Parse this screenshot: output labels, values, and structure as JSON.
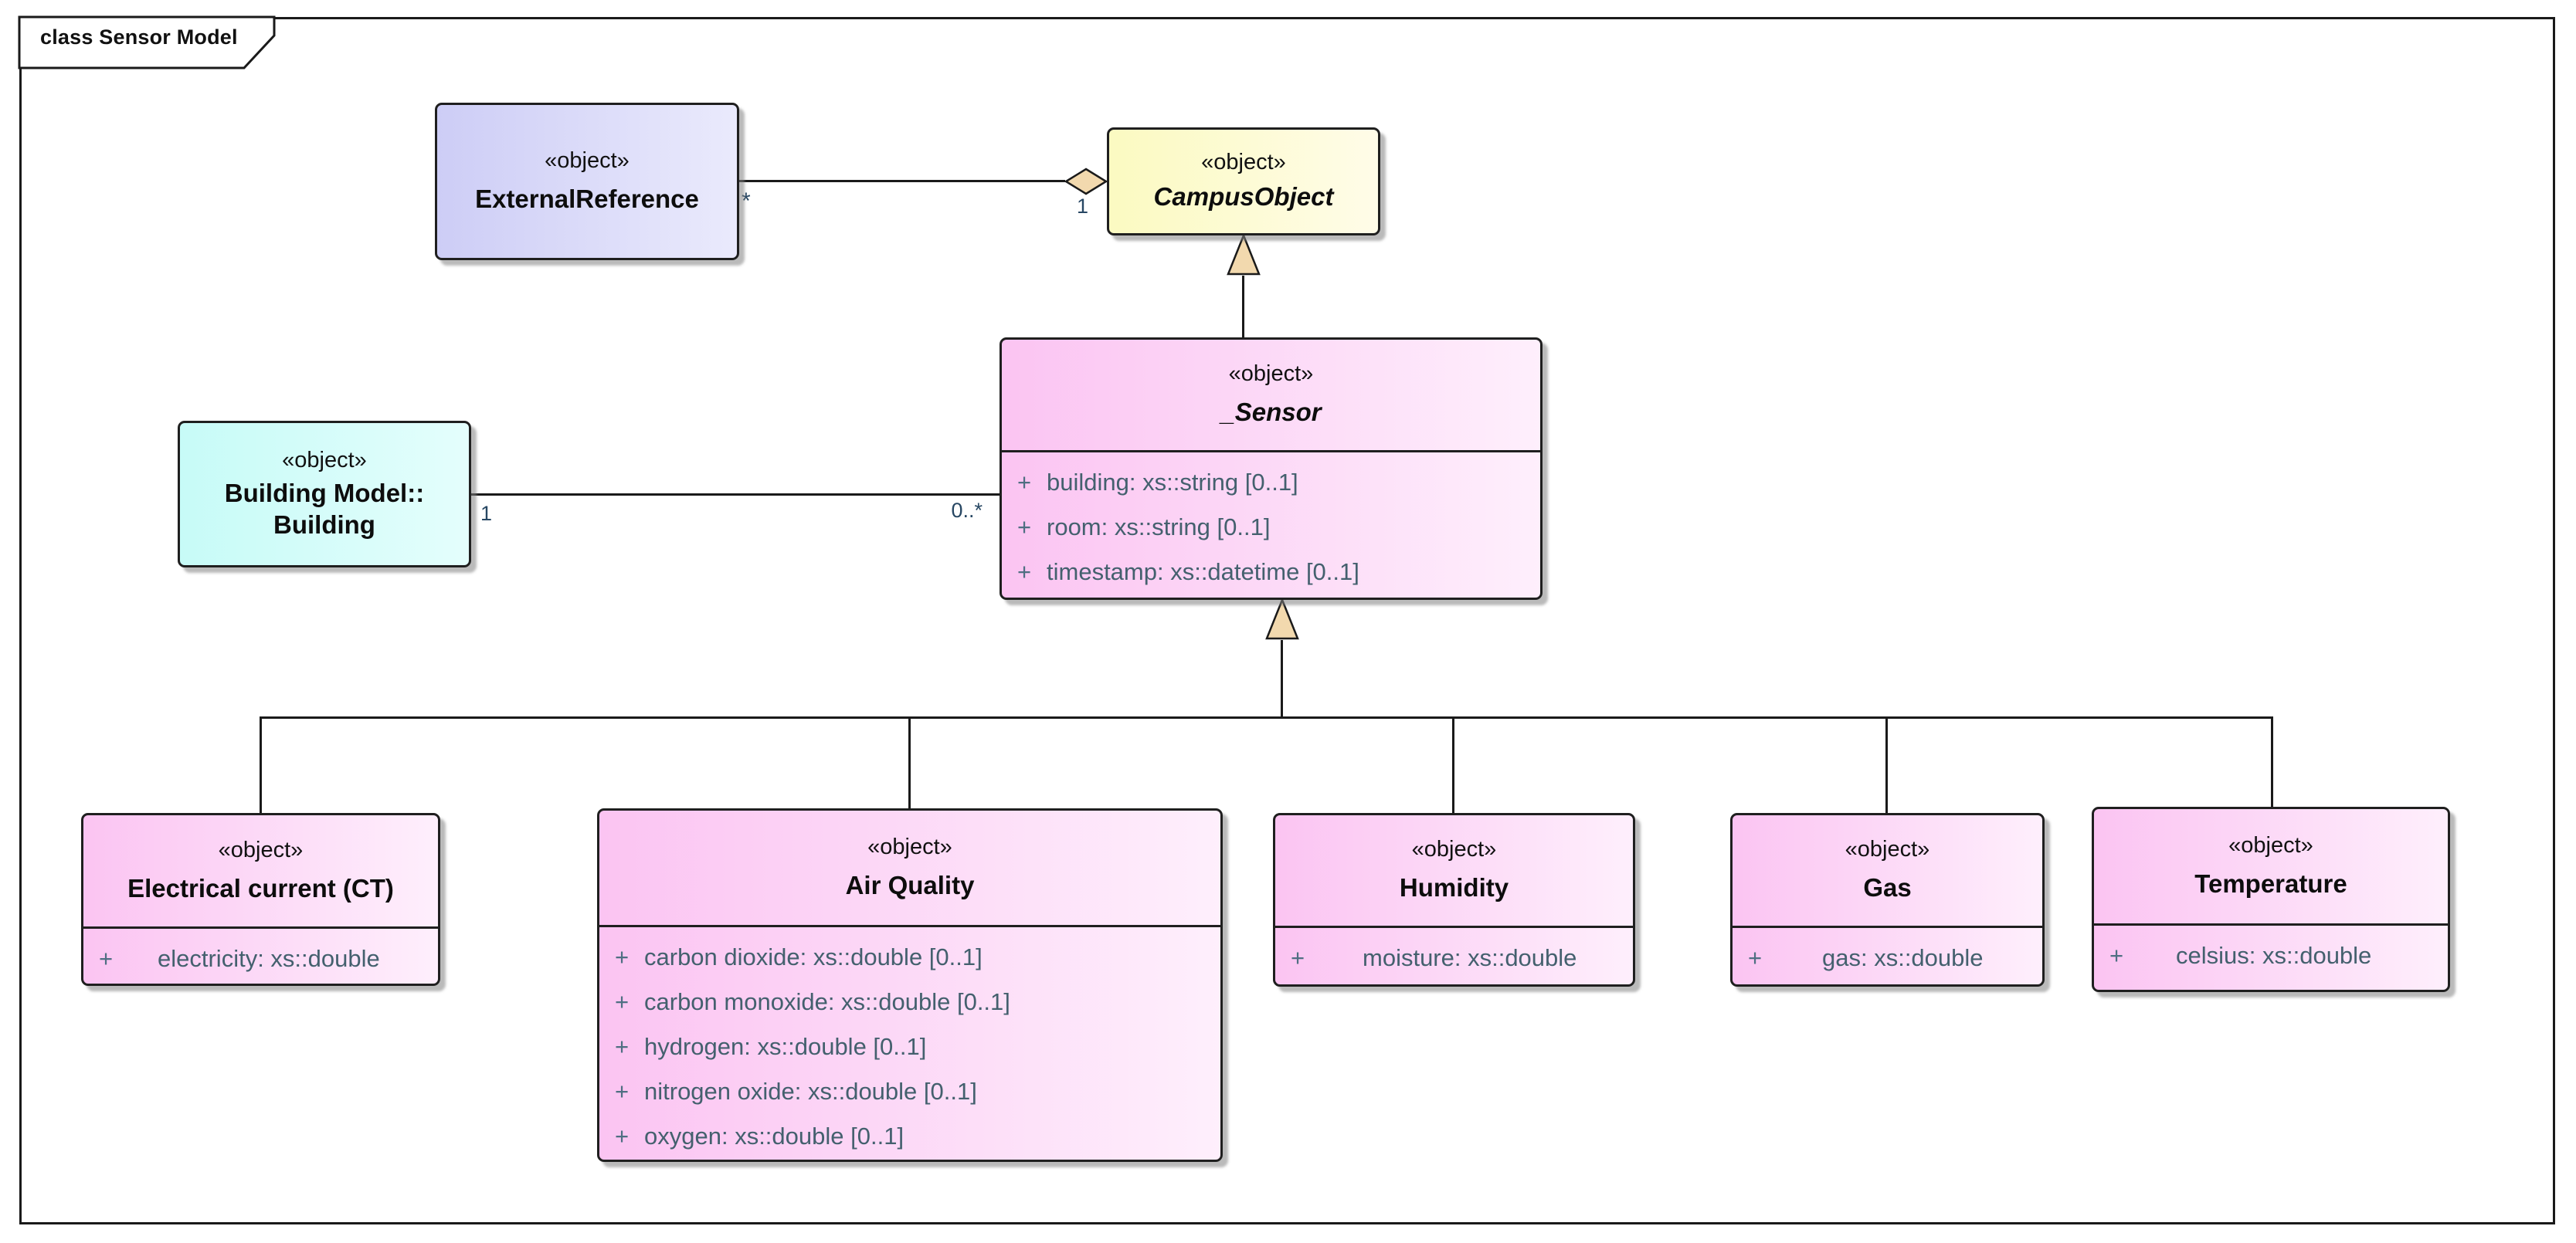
{
  "diagram": {
    "tab_title": "class Sensor Model"
  },
  "colors": {
    "lavender_gradient": [
      "#cdcdf6",
      "#eaeafc"
    ],
    "yellow_gradient": [
      "#fbfac1",
      "#fffce8"
    ],
    "pink_gradient": [
      "#fbc4f2",
      "#feeffc"
    ],
    "cyan_gradient": [
      "#c7fbf7",
      "#e4fefc"
    ],
    "arrow_fill": "#f2d9ae",
    "line_color": "#1a1a1a",
    "attribute_text": "#44606e",
    "multiplicity_text": "#274763"
  },
  "classes": [
    {
      "stereotype": "«object»",
      "name": "ExternalReference",
      "attributes": []
    },
    {
      "stereotype": "«object»",
      "name": "CampusObject",
      "attributes": []
    },
    {
      "stereotype": "«object»",
      "name": "_Sensor",
      "attributes": [
        {
          "vis": "+",
          "text": "building: xs::string [0..1]"
        },
        {
          "vis": "+",
          "text": "room: xs::string [0..1]"
        },
        {
          "vis": "+",
          "text": "timestamp: xs::datetime [0..1]"
        }
      ]
    },
    {
      "stereotype": "«object»",
      "name": "Building Model::",
      "name_line2": "Building",
      "attributes": []
    },
    {
      "stereotype": "«object»",
      "name": "Electrical current (CT)",
      "attributes": [
        {
          "vis": "+",
          "text": "electricity: xs::double"
        }
      ]
    },
    {
      "stereotype": "«object»",
      "name": "Air Quality",
      "attributes": [
        {
          "vis": "+",
          "text": "carbon dioxide: xs::double [0..1]"
        },
        {
          "vis": "+",
          "text": "carbon monoxide: xs::double [0..1]"
        },
        {
          "vis": "+",
          "text": "hydrogen: xs::double [0..1]"
        },
        {
          "vis": "+",
          "text": "nitrogen oxide: xs::double [0..1]"
        },
        {
          "vis": "+",
          "text": "oxygen: xs::double [0..1]"
        }
      ]
    },
    {
      "stereotype": "«object»",
      "name": "Humidity",
      "attributes": [
        {
          "vis": "+",
          "text": "moisture: xs::double"
        }
      ]
    },
    {
      "stereotype": "«object»",
      "name": "Gas",
      "attributes": [
        {
          "vis": "+",
          "text": "gas: xs::double"
        }
      ]
    },
    {
      "stereotype": "«object»",
      "name": "Temperature",
      "attributes": [
        {
          "vis": "+",
          "text": "celsius: xs::double"
        }
      ]
    }
  ],
  "edges": {
    "aggregation": {
      "source": "ExternalReference",
      "target": "CampusObject",
      "source_mult": "*",
      "target_mult": "1"
    },
    "association": {
      "source": "Building Model::Building",
      "target": "_Sensor",
      "source_mult": "1",
      "target_mult": "0..*"
    },
    "generalizations": [
      {
        "source": "_Sensor",
        "target": "CampusObject"
      },
      {
        "source": "Electrical current (CT)",
        "target": "_Sensor"
      },
      {
        "source": "Air Quality",
        "target": "_Sensor"
      },
      {
        "source": "Humidity",
        "target": "_Sensor"
      },
      {
        "source": "Gas",
        "target": "_Sensor"
      },
      {
        "source": "Temperature",
        "target": "_Sensor"
      }
    ]
  }
}
